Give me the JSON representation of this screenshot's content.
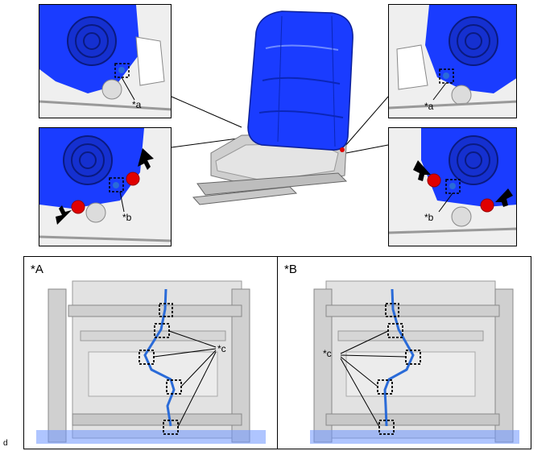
{
  "callouts": {
    "a": "*a",
    "b": "*b",
    "c": "*c"
  },
  "views": {
    "A": "*A",
    "B": "*B"
  },
  "figure_tag": "d",
  "colors": {
    "seat_blue": "#1a3cff",
    "clip_red": "#e00000",
    "harness_blue": "#2a6bd8",
    "frame_gray": "#d8d8d8",
    "outline": "#000000"
  }
}
